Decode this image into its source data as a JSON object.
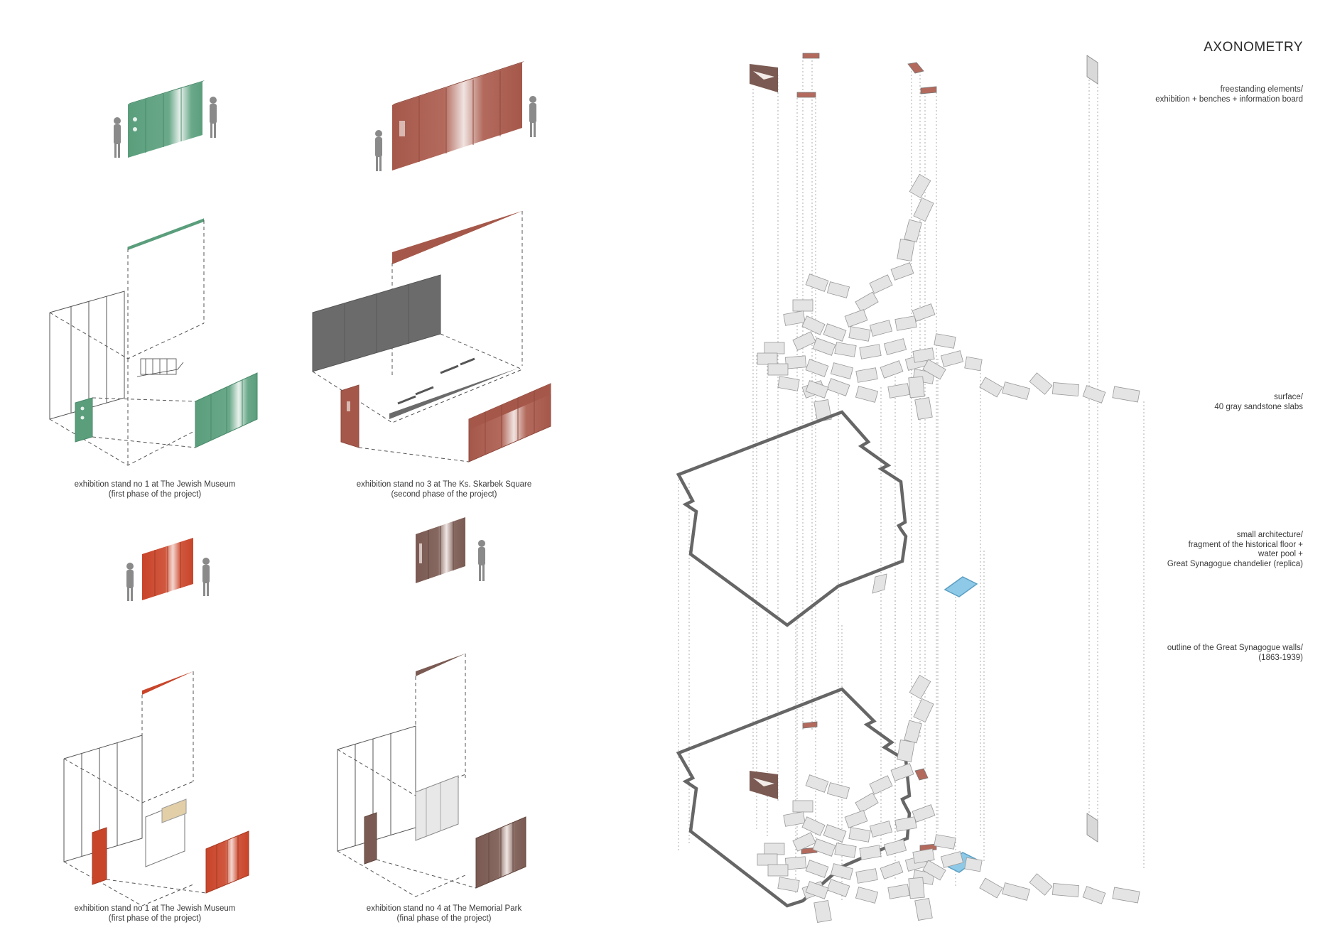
{
  "title": "AXONOMETRY",
  "stands": [
    {
      "line1": "exhibition stand no 1 at The Jewish Museum",
      "line2": "(first phase of the project)"
    },
    {
      "line1": "exhibition stand no 3 at The Ks. Skarbek Square",
      "line2": "(second phase of the project)"
    },
    {
      "line1": "exhibition stand no 1 at The Jewish Museum",
      "line2": "(first phase of the project)"
    },
    {
      "line1": "exhibition stand no 4 at The Memorial Park",
      "line2": "(final phase of the project)"
    }
  ],
  "layers": [
    {
      "lines": [
        "freestanding elements/",
        "exhibition + benches + information board"
      ]
    },
    {
      "lines": [
        "surface/",
        "40 gray sandstone slabs"
      ]
    },
    {
      "lines": [
        "small architecture/",
        "fragment of the historical floor +",
        "water pool +",
        "Great Synagogue chandelier (replica)"
      ]
    },
    {
      "lines": [
        "outline of the Great Synagogue walls/",
        "(1863-1939)"
      ]
    }
  ],
  "colors": {
    "green": "#5a9e7c",
    "brown_red": "#a5584a",
    "orange_red": "#c8452a",
    "dark_brown": "#7a5a52",
    "gray_wall": "#6b6b6b",
    "outline": "#666666",
    "water": "#8ec9e8"
  }
}
